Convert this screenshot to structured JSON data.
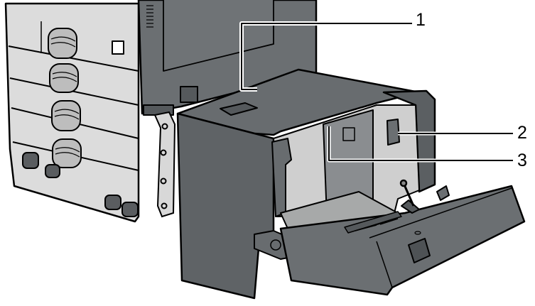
{
  "figure": {
    "subject": "Printer with large capacity paper tray pulled open",
    "colors": {
      "body_light": "#dcdcdc",
      "body_dark": "#6b6f72",
      "body_darker": "#55595c",
      "tray_inner": "#cfcfcf",
      "tray_floor": "#a7a9a9",
      "outline": "#000000",
      "background": "#ffffff"
    }
  },
  "callouts": [
    {
      "number": "1"
    },
    {
      "number": "2"
    },
    {
      "number": "3"
    }
  ]
}
